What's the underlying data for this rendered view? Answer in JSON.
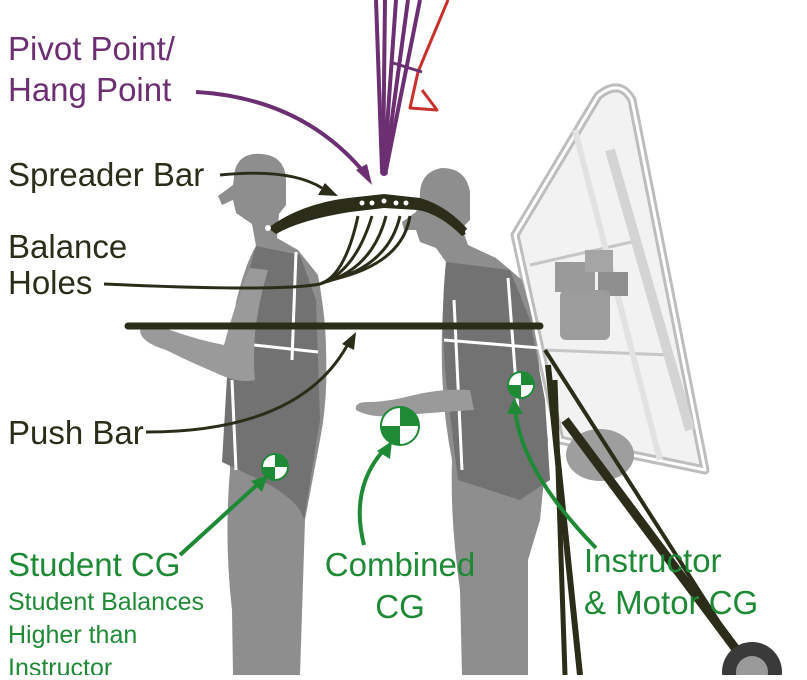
{
  "labels": {
    "pivot_line1": "Pivot Point/",
    "pivot_line2": "Hang Point",
    "spreader": "Spreader Bar",
    "balance_line1": "Balance",
    "balance_line2": "Holes",
    "push_bar": "Push Bar",
    "student_cg": "Student CG",
    "student_note_line1": "Student Balances",
    "student_note_line2": "Higher than",
    "student_note_line3": "Instructor",
    "combined_line1": "Combined",
    "combined_line2": "CG",
    "instructor_line1": "Instructor",
    "instructor_line2": "& Motor CG"
  },
  "colors": {
    "purple": "#6b2f72",
    "dark": "#2b2d18",
    "green": "#1f8a36",
    "red": "#c8302c",
    "figure": "#8e8e8e",
    "harness": "#707070",
    "cage": "#b8b8b8"
  }
}
